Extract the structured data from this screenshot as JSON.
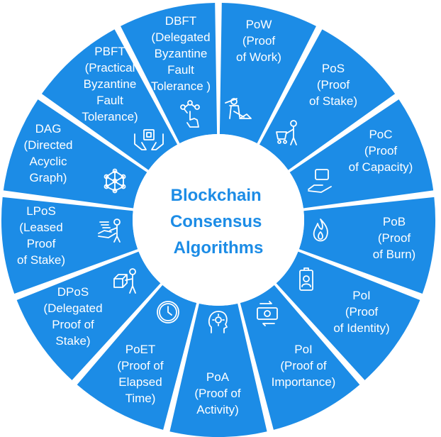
{
  "center": {
    "lines": [
      "Blockchain",
      "Consensus",
      "Algorithms"
    ]
  },
  "colors": {
    "segment": "#1c8ce6",
    "center_text": "#1c8ce6",
    "background": "#ffffff"
  },
  "segments": [
    {
      "id": "pow",
      "lines": [
        "PoW",
        "(Proof",
        "of Work)"
      ],
      "icon": "miner-icon"
    },
    {
      "id": "pos",
      "lines": [
        "PoS",
        "(Proof",
        "of Stake)"
      ],
      "icon": "person-with-cart-icon"
    },
    {
      "id": "poc",
      "lines": [
        "PoC",
        "(Proof",
        "of Capacity)"
      ],
      "icon": "hand-with-drive-icon"
    },
    {
      "id": "pob",
      "lines": [
        "PoB",
        "(Proof",
        "of Burn)"
      ],
      "icon": "flame-icon"
    },
    {
      "id": "poi-identity",
      "lines": [
        "PoI",
        "(Proof",
        "of Identity)"
      ],
      "icon": "id-badge-icon"
    },
    {
      "id": "poi-importance",
      "lines": [
        "PoI",
        "(Proof of",
        "Importance)"
      ],
      "icon": "money-exchange-icon"
    },
    {
      "id": "poa",
      "lines": [
        "PoA",
        "(Proof of",
        "Activity)"
      ],
      "icon": "head-gear-icon"
    },
    {
      "id": "poet",
      "lines": [
        "PoET",
        "(Proof of",
        "Elapsed",
        "Time)"
      ],
      "icon": "clock-icon"
    },
    {
      "id": "dpos",
      "lines": [
        "DPoS",
        "(Delegated",
        "Proof of",
        "Stake)"
      ],
      "icon": "person-with-boxes-icon"
    },
    {
      "id": "lpos",
      "lines": [
        "LPoS",
        "(Leased",
        "Proof",
        "of Stake)"
      ],
      "icon": "person-giving-money-icon"
    },
    {
      "id": "dag",
      "lines": [
        "DAG",
        "(Directed",
        "Acyclic",
        "Graph)"
      ],
      "icon": "network-graph-icon"
    },
    {
      "id": "pbft",
      "lines": [
        "PBFT",
        "(Practical",
        "Byzantine",
        "Fault",
        "Tolerance)"
      ],
      "icon": "hands-holding-block-icon"
    },
    {
      "id": "dbft",
      "lines": [
        "DBFT",
        "(Delegated",
        "Byzantine",
        "Fault",
        "Tolerance )"
      ],
      "icon": "touch-network-icon"
    }
  ]
}
